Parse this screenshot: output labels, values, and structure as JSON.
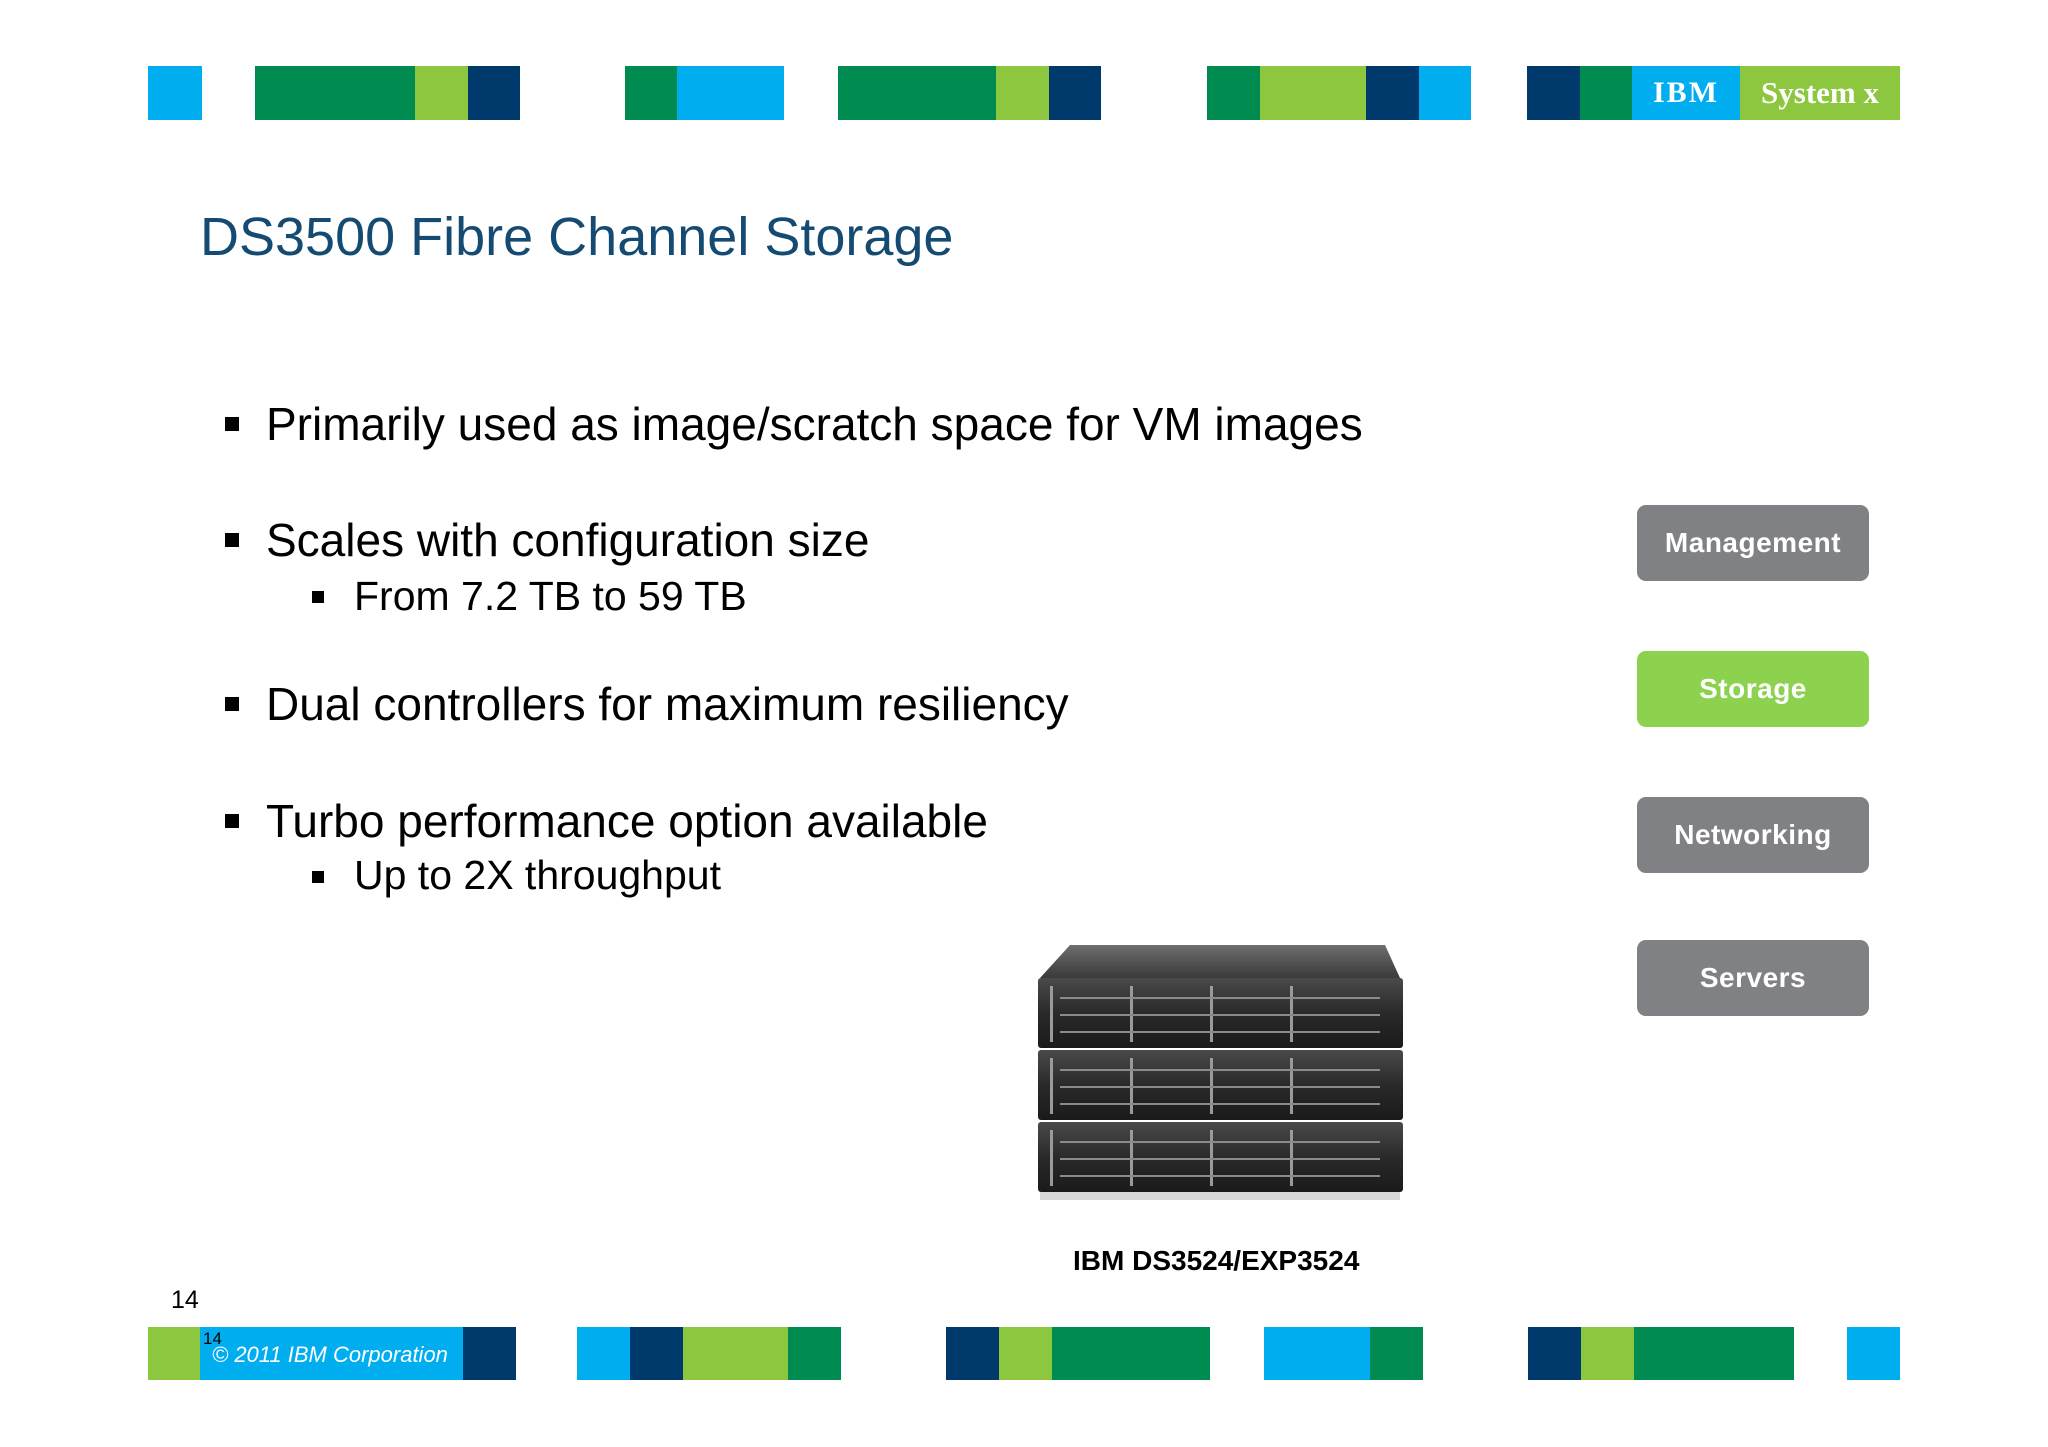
{
  "brand": {
    "company": "IBM",
    "product": "System x"
  },
  "slide": {
    "title": "DS3500 Fibre Channel Storage",
    "bullets": [
      {
        "text": "Primarily used as image/scratch space for VM images",
        "sub": []
      },
      {
        "text": "Scales with configuration size",
        "sub": [
          "From 7.2 TB to 59 TB"
        ]
      },
      {
        "text": "Dual controllers for maximum resiliency",
        "sub": []
      },
      {
        "text": "Turbo performance option available",
        "sub": [
          "Up to 2X throughput"
        ]
      }
    ],
    "image_caption": "IBM DS3524/EXP3524"
  },
  "nav": {
    "items": [
      {
        "label": "Management",
        "active": false
      },
      {
        "label": "Storage",
        "active": true
      },
      {
        "label": "Networking",
        "active": false
      },
      {
        "label": "Servers",
        "active": false
      }
    ]
  },
  "footer": {
    "page_number": "14",
    "page_number_inset": "14",
    "copyright": "© 2011 IBM Corporation"
  },
  "colors": {
    "light_blue": "#00adef",
    "dark_green": "#008c50",
    "light_green": "#8dc63f",
    "navy": "#003a6c",
    "title_blue": "#154b72",
    "nav_gray": "#808184",
    "nav_active_green": "#8cd24e"
  },
  "icons": [
    "ibm-logo",
    "storage-array-image"
  ]
}
